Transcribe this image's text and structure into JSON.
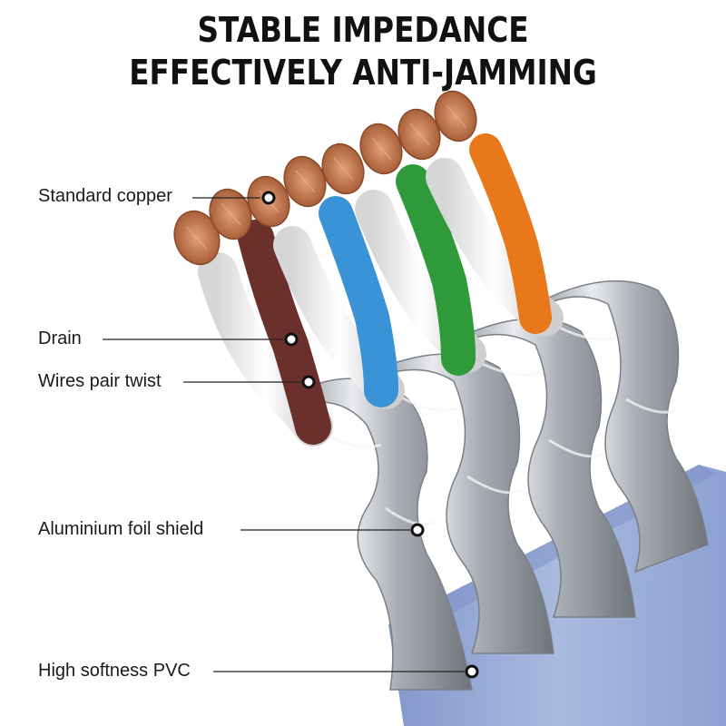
{
  "headline": {
    "line1": "STABLE IMPEDANCE",
    "line2": "EFFECTIVELY ANTI-JAMMING"
  },
  "callouts": [
    {
      "key": "copper",
      "label": "Standard copper"
    },
    {
      "key": "drain",
      "label": "Drain"
    },
    {
      "key": "twist",
      "label": "Wires pair twist"
    },
    {
      "key": "foil",
      "label": "Aluminium foil shield"
    },
    {
      "key": "pvc",
      "label": "High softness PVC"
    }
  ],
  "colors": {
    "jacket": "#9aaedd",
    "foil": "#b9bcc2",
    "copper": "#c8794e",
    "brown": "#6b2f2c",
    "blue": "#3a93d6",
    "green": "#2f9a3a",
    "orange": "#e8781a",
    "white_insulation": "#f4f4f4"
  }
}
